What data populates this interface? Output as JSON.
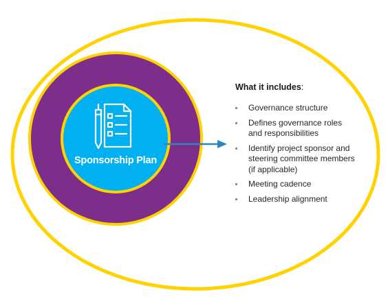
{
  "diagram": {
    "center_label": "Sponsorship Plan",
    "icon": "checklist-pen-icon",
    "colors": {
      "outer_ring": "#ffd200",
      "purple_ring": "#7d2e8b",
      "inner_ring_border": "#ffd200",
      "inner_circle": "#00b0f0",
      "arrow": "#2e86c1"
    }
  },
  "info": {
    "title_bold": "What it includes",
    "title_suffix": ":",
    "items": [
      {
        "text": "Governance structure"
      },
      {
        "text": "Defines governance roles and responsibilities"
      },
      {
        "text": "Identify project sponsor and steering committee members (if applicable)"
      },
      {
        "text": "Meeting cadence"
      },
      {
        "text": "Leadership alignment"
      }
    ]
  }
}
